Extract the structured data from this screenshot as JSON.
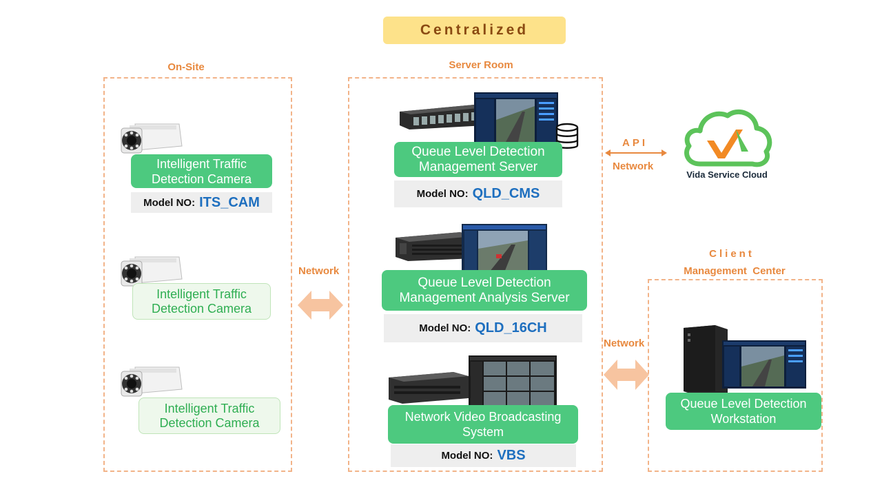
{
  "title": "Centralized",
  "sections": {
    "onsite": "On-Site",
    "server_room": "Server Room",
    "client_line1": "Client",
    "client_line2": "Management  Center"
  },
  "cameras": [
    {
      "line1": "Intelligent Traffic",
      "line2": "Detection Camera",
      "model_label": "Model NO:",
      "model_value": "ITS_CAM"
    },
    {
      "line1": "Intelligent Traffic",
      "line2": "Detection Camera"
    },
    {
      "line1": "Intelligent Traffic",
      "line2": "Detection Camera"
    }
  ],
  "servers": [
    {
      "line1": "Queue Level Detection",
      "line2": "Management Server",
      "model_label": "Model NO:",
      "model_value": "QLD_CMS"
    },
    {
      "line1": "Queue Level Detection",
      "line2": "Management Analysis Server",
      "model_label": "Model NO:",
      "model_value": "QLD_16CH"
    },
    {
      "line1": "Network Video Broadcasting",
      "line2": "System",
      "model_label": "Model NO:",
      "model_value": "VBS"
    }
  ],
  "workstation": {
    "line1": "Queue Level Detection",
    "line2": "Workstation"
  },
  "links": {
    "api": "API",
    "api_network": "Network",
    "onsite_network": "Network",
    "client_network": "Network"
  },
  "cloud": {
    "label": "Vida Service Cloud"
  },
  "colors": {
    "accent_orange": "#e8893f",
    "green": "#4dc97f",
    "model_blue": "#1e6fbf",
    "title_bg": "#fde28a"
  }
}
